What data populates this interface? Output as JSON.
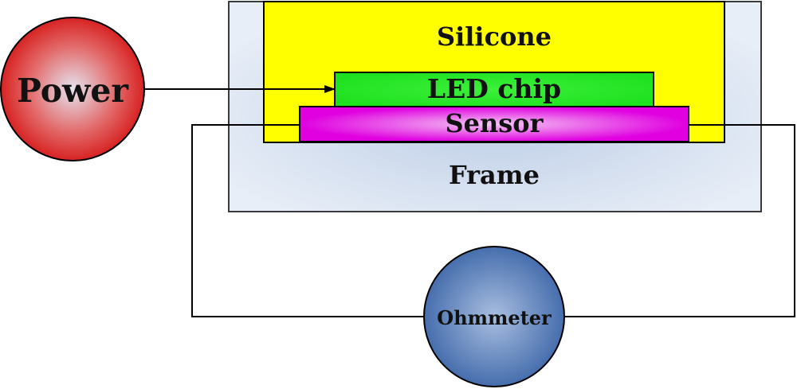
{
  "labels": {
    "silicone": "Silicone",
    "led_chip": "LED chip",
    "sensor": "Sensor",
    "frame": "Frame",
    "power": "Power",
    "ohmmeter": "Ohmmeter"
  },
  "colors": {
    "frame_fill": "#dfe7f3",
    "frame_center": "#bfcfe6",
    "silicone": "#ffff00",
    "led_chip": "#22ee22",
    "sensor_edge": "#e000e0",
    "sensor_center": "#f6c6f6",
    "power_edge": "#d81818",
    "power_center": "#e6e6f2",
    "ohmmeter_edge": "#3f68a8",
    "ohmmeter_center": "#9fb6dc",
    "line": "#000000"
  }
}
